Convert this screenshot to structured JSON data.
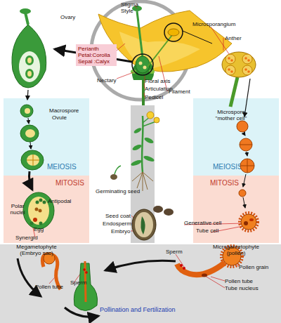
{
  "diagram": {
    "nodes": [
      {
        "text": [
          "Perianth",
          "Petal:Corolla",
          "Sepal :Calyx"
        ]
      },
      {
        "text": [
          "MEIOSIS"
        ]
      },
      {
        "text": [
          "MEIOSIS"
        ]
      },
      {
        "text": [
          "MITOSIS"
        ]
      },
      {
        "text": [
          "MITOSIS"
        ]
      },
      {
        "text": [
          "Pollination and Fertilization"
        ]
      }
    ],
    "labels": [
      "Stigma",
      "Style",
      "Microsporangium",
      "Ovary",
      "Anther",
      "Nectary",
      "Floral axis",
      "Filament",
      "Articulation",
      "Pedicel",
      "Macrospore",
      "Ovule",
      "Microspore \"mother cell\"",
      "Germinating seed",
      "Antipodal",
      "Polar nuclei",
      "Seed coat",
      "Endosperm",
      "Generative cell",
      "Egg",
      "Tube cell",
      "Embryo",
      "Synergid",
      "Megametophyte (Embryo sac)",
      "Microgametophyte (pollen)",
      "Sperm",
      "Pollen grain",
      "Pollen tube",
      "Sperm",
      "Pollen tube",
      "Tube nucleus"
    ]
  }
}
